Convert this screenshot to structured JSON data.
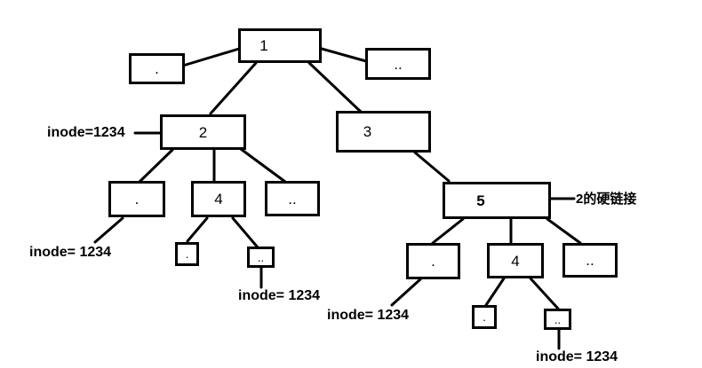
{
  "diagram": {
    "description": "Directory tree diagram illustrating a hard link: directory 5 is a hard link of directory 2, sharing inode 1234",
    "nodes": {
      "root": "1",
      "root_dot": ".",
      "root_dotdot": "..",
      "dir2": "2",
      "dir3": "3",
      "dir2_dot": ".",
      "dir2_sub4": "4",
      "dir2_dotdot": "..",
      "dir2_sub4_dot": ".",
      "dir2_sub4_dotdot": "..",
      "dir5": "5",
      "dir5_dot": ".",
      "dir5_sub4": "4",
      "dir5_dotdot": "..",
      "dir5_sub4_dot": ".",
      "dir5_sub4_dotdot": ".."
    },
    "annotations": {
      "dir2_inode": "inode=1234",
      "dir2_dot_inode": "inode= 1234",
      "dir2_sub4_dotdot_inode": "inode= 1234",
      "dir5_dot_inode": "inode= 1234",
      "dir5_sub4_dotdot_inode": "inode= 1234",
      "dir5_note": "2的硬链接"
    },
    "colors": {
      "stroke": "#000000",
      "background": "#ffffff"
    }
  }
}
